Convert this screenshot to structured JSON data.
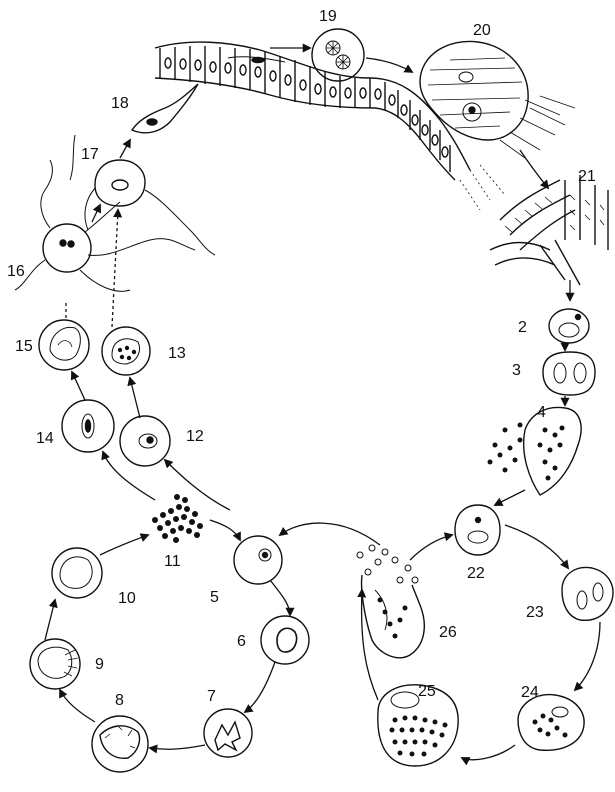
{
  "labels": {
    "l2": "2",
    "l3": "3",
    "l4": "4",
    "l5": "5",
    "l6": "6",
    "l7": "7",
    "l8": "8",
    "l9": "9",
    "l10": "10",
    "l11": "11",
    "l12": "12",
    "l13": "13",
    "l14": "14",
    "l15": "15",
    "l16": "16",
    "l17": "17",
    "l18": "18",
    "l19": "19",
    "l20": "20",
    "l21": "21",
    "l22": "22",
    "l23": "23",
    "l24": "24",
    "l25": "25",
    "l26": "26"
  },
  "colors": {
    "ink": "#111111",
    "paper": "#ffffff"
  }
}
